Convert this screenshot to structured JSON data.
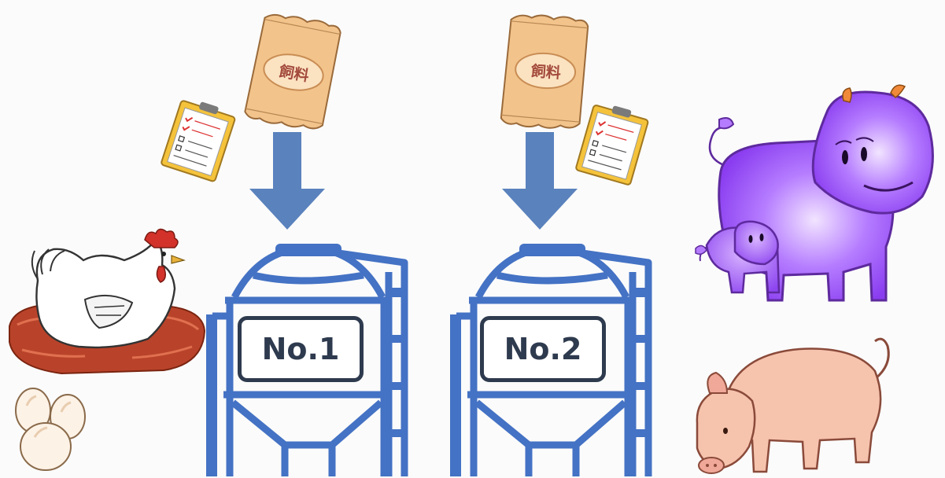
{
  "feed_bags": [
    {
      "label": "飼料"
    },
    {
      "label": "飼料"
    }
  ],
  "silos": [
    {
      "label": "No.1"
    },
    {
      "label": "No.2"
    }
  ],
  "colors": {
    "silo_blue": "#4472c4",
    "arrow_blue": "#5a82bd",
    "bag_tan": "#f2c48c",
    "bag_label_red": "#a34a3c",
    "cow_purple": "#9b4dff",
    "pig_pink": "#f6c3ad",
    "nest_red": "#b9432a",
    "clipboard_yellow": "#f5c33b"
  },
  "icons": {
    "chicken": "chicken-icon",
    "eggs": "eggs-icon",
    "cow_and_calf": "purple-cow-icon",
    "pig": "pig-icon",
    "clipboard": "checklist-clipboard-icon",
    "arrow": "down-arrow-icon",
    "silo": "feed-silo-icon",
    "bag": "feed-bag-icon"
  }
}
